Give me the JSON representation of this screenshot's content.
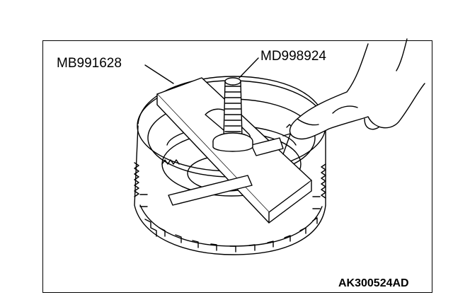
{
  "labels": {
    "tool_a": "MB991628",
    "tool_b": "MD998924"
  },
  "figure_code": "AK300524AD",
  "colors": {
    "line": "#000000",
    "background": "#ffffff"
  }
}
